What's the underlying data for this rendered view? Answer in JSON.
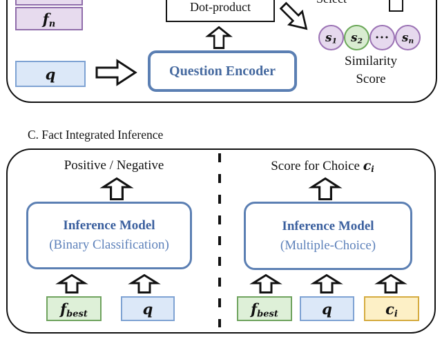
{
  "panel_b": {
    "fact_n": {
      "base": "f",
      "sub": "n"
    },
    "question": {
      "base": "q",
      "sub": ""
    },
    "question_encoder_label": "Question Encoder",
    "dot_product_label": "Dot-product",
    "select_label": "Select",
    "similarity_line1": "Similarity",
    "similarity_line2": "Score",
    "scores": [
      {
        "base": "s",
        "sub": "1"
      },
      {
        "base": "s",
        "sub": "2"
      },
      {
        "base": "···",
        "sub": ""
      },
      {
        "base": "s",
        "sub": "n"
      }
    ]
  },
  "panel_c": {
    "title": "C. Fact Integrated Inference",
    "left": {
      "output_label": "Positive / Negative",
      "model_name": "Inference Model",
      "model_type": "(Binary Classification)",
      "inputs": [
        {
          "base": "f",
          "sub": "best"
        },
        {
          "base": "q",
          "sub": ""
        }
      ]
    },
    "right": {
      "output_label_text": "Score for Choice ",
      "output_math": {
        "base": "c",
        "sub": "i"
      },
      "model_name": "Inference Model",
      "model_type": "(Multiple-Choice)",
      "inputs": [
        {
          "base": "f",
          "sub": "best"
        },
        {
          "base": "q",
          "sub": ""
        },
        {
          "base": "c",
          "sub": "i"
        }
      ]
    }
  },
  "colors": {
    "fact_purple_fill": "#e7dbee",
    "fact_purple_border": "#8f6caa",
    "question_blue_fill": "#dce8f8",
    "question_blue_border": "#7ea2d3",
    "fact_green_fill": "#def0d8",
    "fact_green_border": "#6fa35e",
    "choice_yellow_fill": "#fdf0c6",
    "choice_yellow_border": "#d5ab3f",
    "score_purple_fill": "#e6d9ee",
    "score_purple_border": "#9b72b4",
    "score_green_fill": "#d9ecd1",
    "score_green_border": "#6aa758",
    "model_border_blue": "#5b7fb3",
    "model_name_blue": "#3a5f9e",
    "model_type_blue": "#5d81ba"
  }
}
